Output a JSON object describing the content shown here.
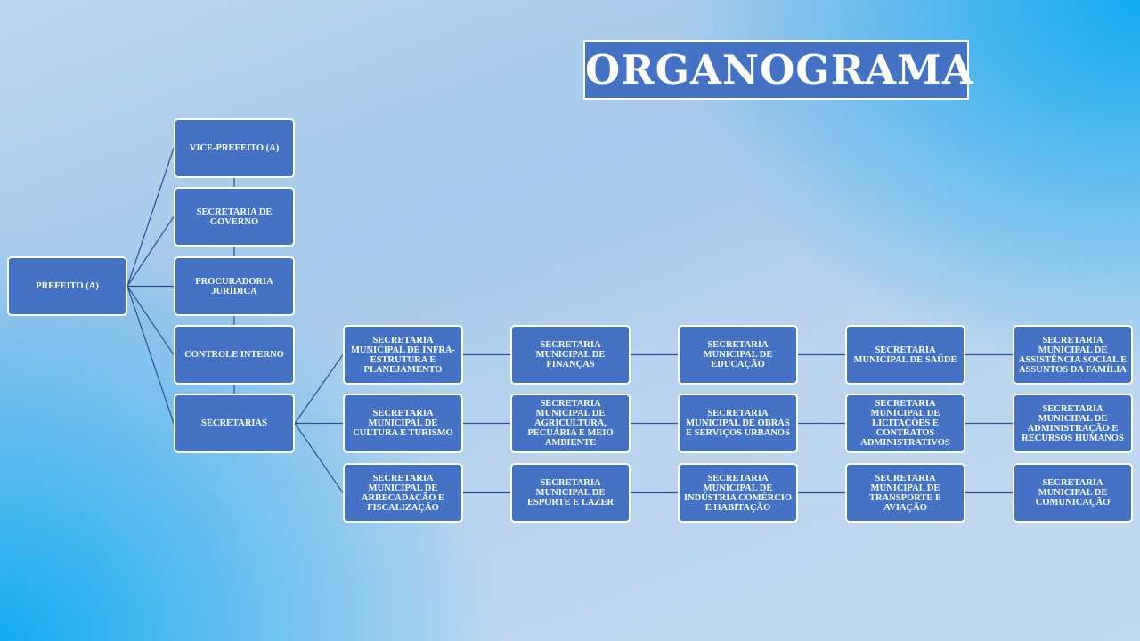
{
  "title": "ORGANOGRAMA",
  "root": "PREFEITO (A)",
  "column": [
    "VICE-PREFEITO (A)",
    "SECRETARIA DE GOVERNO",
    "PROCURADORIA JURÍDICA",
    "CONTROLE INTERNO",
    "SECRETARIAS"
  ],
  "secretarias": [
    [
      "SECRETARIA MUNICIPAL DE INFRA-ESTRUTURA E PLANEJAMENTO",
      "SECRETARIA MUNICIPAL DE FINANÇAS",
      "SECRETARIA MUNICIPAL DE EDUCAÇÃO",
      "SECRETARIA MUNICIPAL DE SAÚDE",
      "SECRETARIA MUNICIPAL DE ASSISTÊNCIA SOCIAL E ASSUNTOS DA FAMÍLIA"
    ],
    [
      "SECRETARIA MUNICIPAL DE CULTURA E TURISMO",
      "SECRETARIA MUNICIPAL DE AGRICULTURA, PECUÁRIA E MEIO AMBIENTE",
      "SECRETARIA MUNICIPAL DE OBRAS E SERVIÇOS URBANOS",
      "SECRETARIA MUNICIPAL DE LICITAÇÕES E CONTRATOS ADMINISTRATIVOS",
      "SECRETARIA MUNICIPAL DE ADMINISTRAÇÃO E RECURSOS HUMANOS"
    ],
    [
      "SECRETARIA MUNICIPAL DE ARRECADAÇÃO E FISCALIZAÇÃO",
      "SECRETARIA MUNICIPAL DE ESPORTE E LAZER",
      "SECRETARIA MUNICIPAL DE INDÚSTRIA COMÉRCIO E HABITAÇÃO",
      "SECRETARIA MUNICIPAL DE TRANSPORTE E AVIAÇÃO",
      "SECRETARIA MUNICIPAL DE COMUNICAÇÃO"
    ]
  ],
  "colors": {
    "node": "#4472c4",
    "border": "#ffffff",
    "line": "#2f4f9a"
  }
}
